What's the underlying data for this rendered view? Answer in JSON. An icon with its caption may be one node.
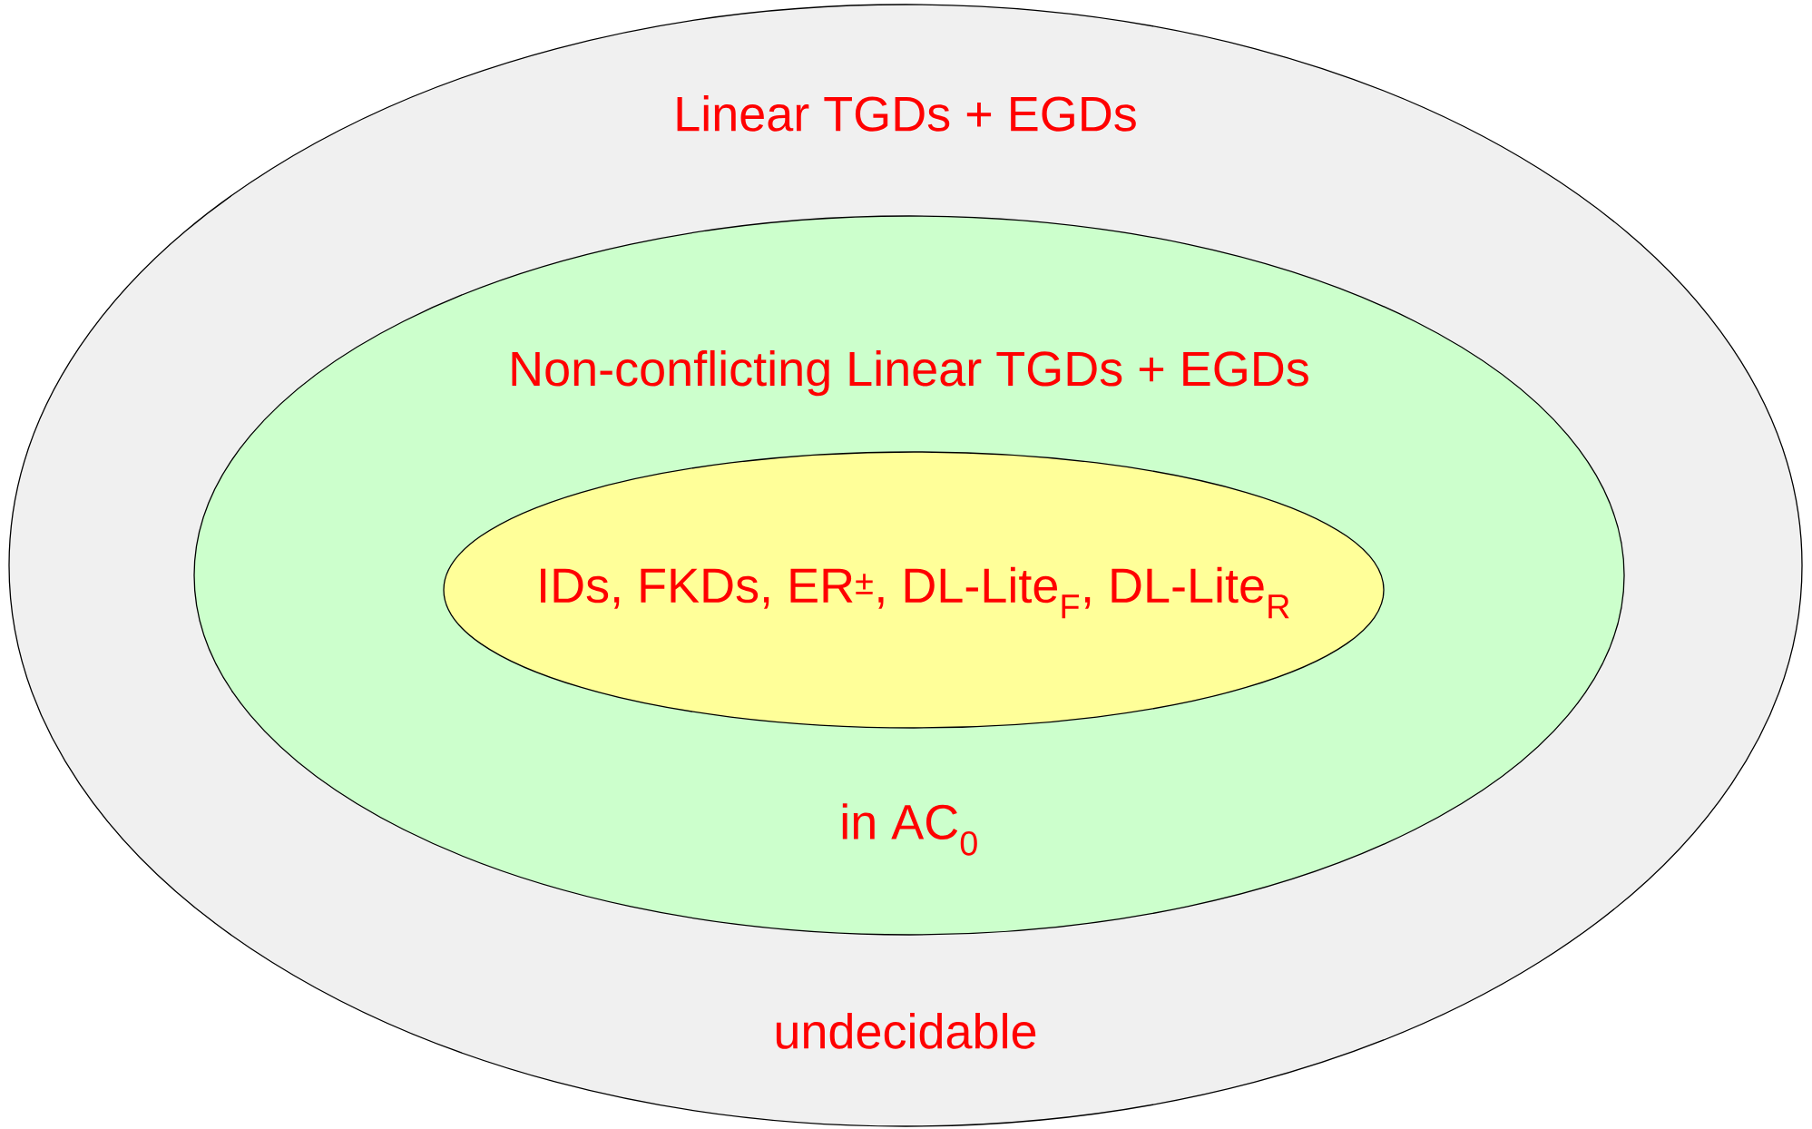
{
  "diagram": {
    "nodes": [
      {
        "text": [
          "Linear TGDs + EGDs",
          "undecidable"
        ]
      },
      {
        "text": [
          "Non-conflicting Linear TGDs + EGDs",
          "in AC$_{0}$"
        ],
        "in": 0
      },
      {
        "text": [
          "IDs, FKDs, ER$^{±}$, DL-Lite$_{F}$, DL-Lite$_{R}$"
        ],
        "in": 1
      }
    ]
  }
}
